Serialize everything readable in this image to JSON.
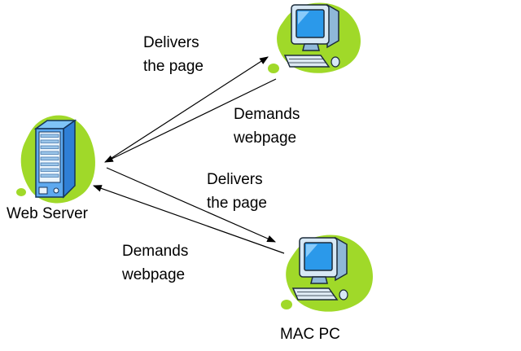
{
  "nodes": {
    "web_server": {
      "label": "Web Server",
      "icon": "server-tower-icon"
    },
    "top_pc": {
      "icon": "desktop-pc-icon"
    },
    "mac_pc": {
      "label": "MAC PC",
      "icon": "desktop-pc-icon"
    }
  },
  "edges": {
    "delivers_top": {
      "label": "Delivers\nthe page",
      "from": "web_server",
      "to": "top_pc"
    },
    "demands_top": {
      "label": "Demands\nwebpage",
      "from": "top_pc",
      "to": "web_server"
    },
    "delivers_bottom": {
      "label": "Delivers\nthe page",
      "from": "web_server",
      "to": "mac_pc"
    },
    "demands_bottom": {
      "label": "Demands\nwebpage",
      "from": "mac_pc",
      "to": "web_server"
    }
  },
  "colors": {
    "background": "#ffffff",
    "blob_green": "#a0d929",
    "screen_blue": "#2b99ea",
    "arrow": "#000000",
    "text": "#000000"
  }
}
